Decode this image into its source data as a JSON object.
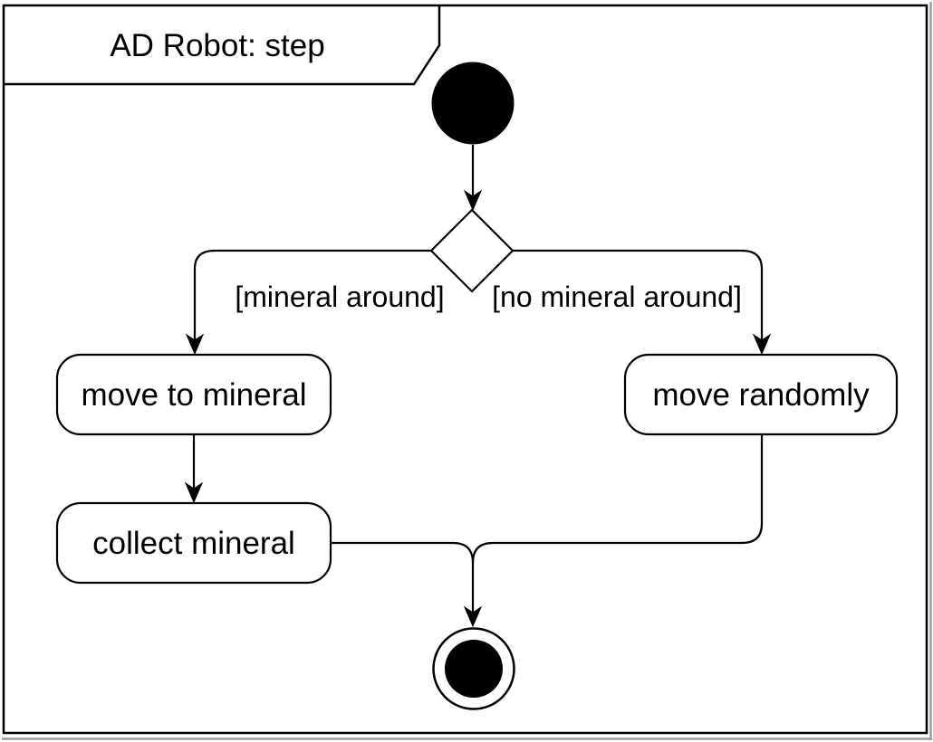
{
  "frame": {
    "title": "AD Robot: step"
  },
  "nodes": {
    "move_to_mineral": {
      "label": "move to mineral"
    },
    "move_randomly": {
      "label": "move randomly"
    },
    "collect_mineral": {
      "label": "collect mineral"
    }
  },
  "edges": {
    "mineral_guard": "[mineral around]",
    "no_mineral_guard": "[no mineral around]"
  },
  "colors": {
    "stroke": "#000000",
    "node_fill": "#ffffff",
    "page_edge": "#9b9b9b"
  }
}
